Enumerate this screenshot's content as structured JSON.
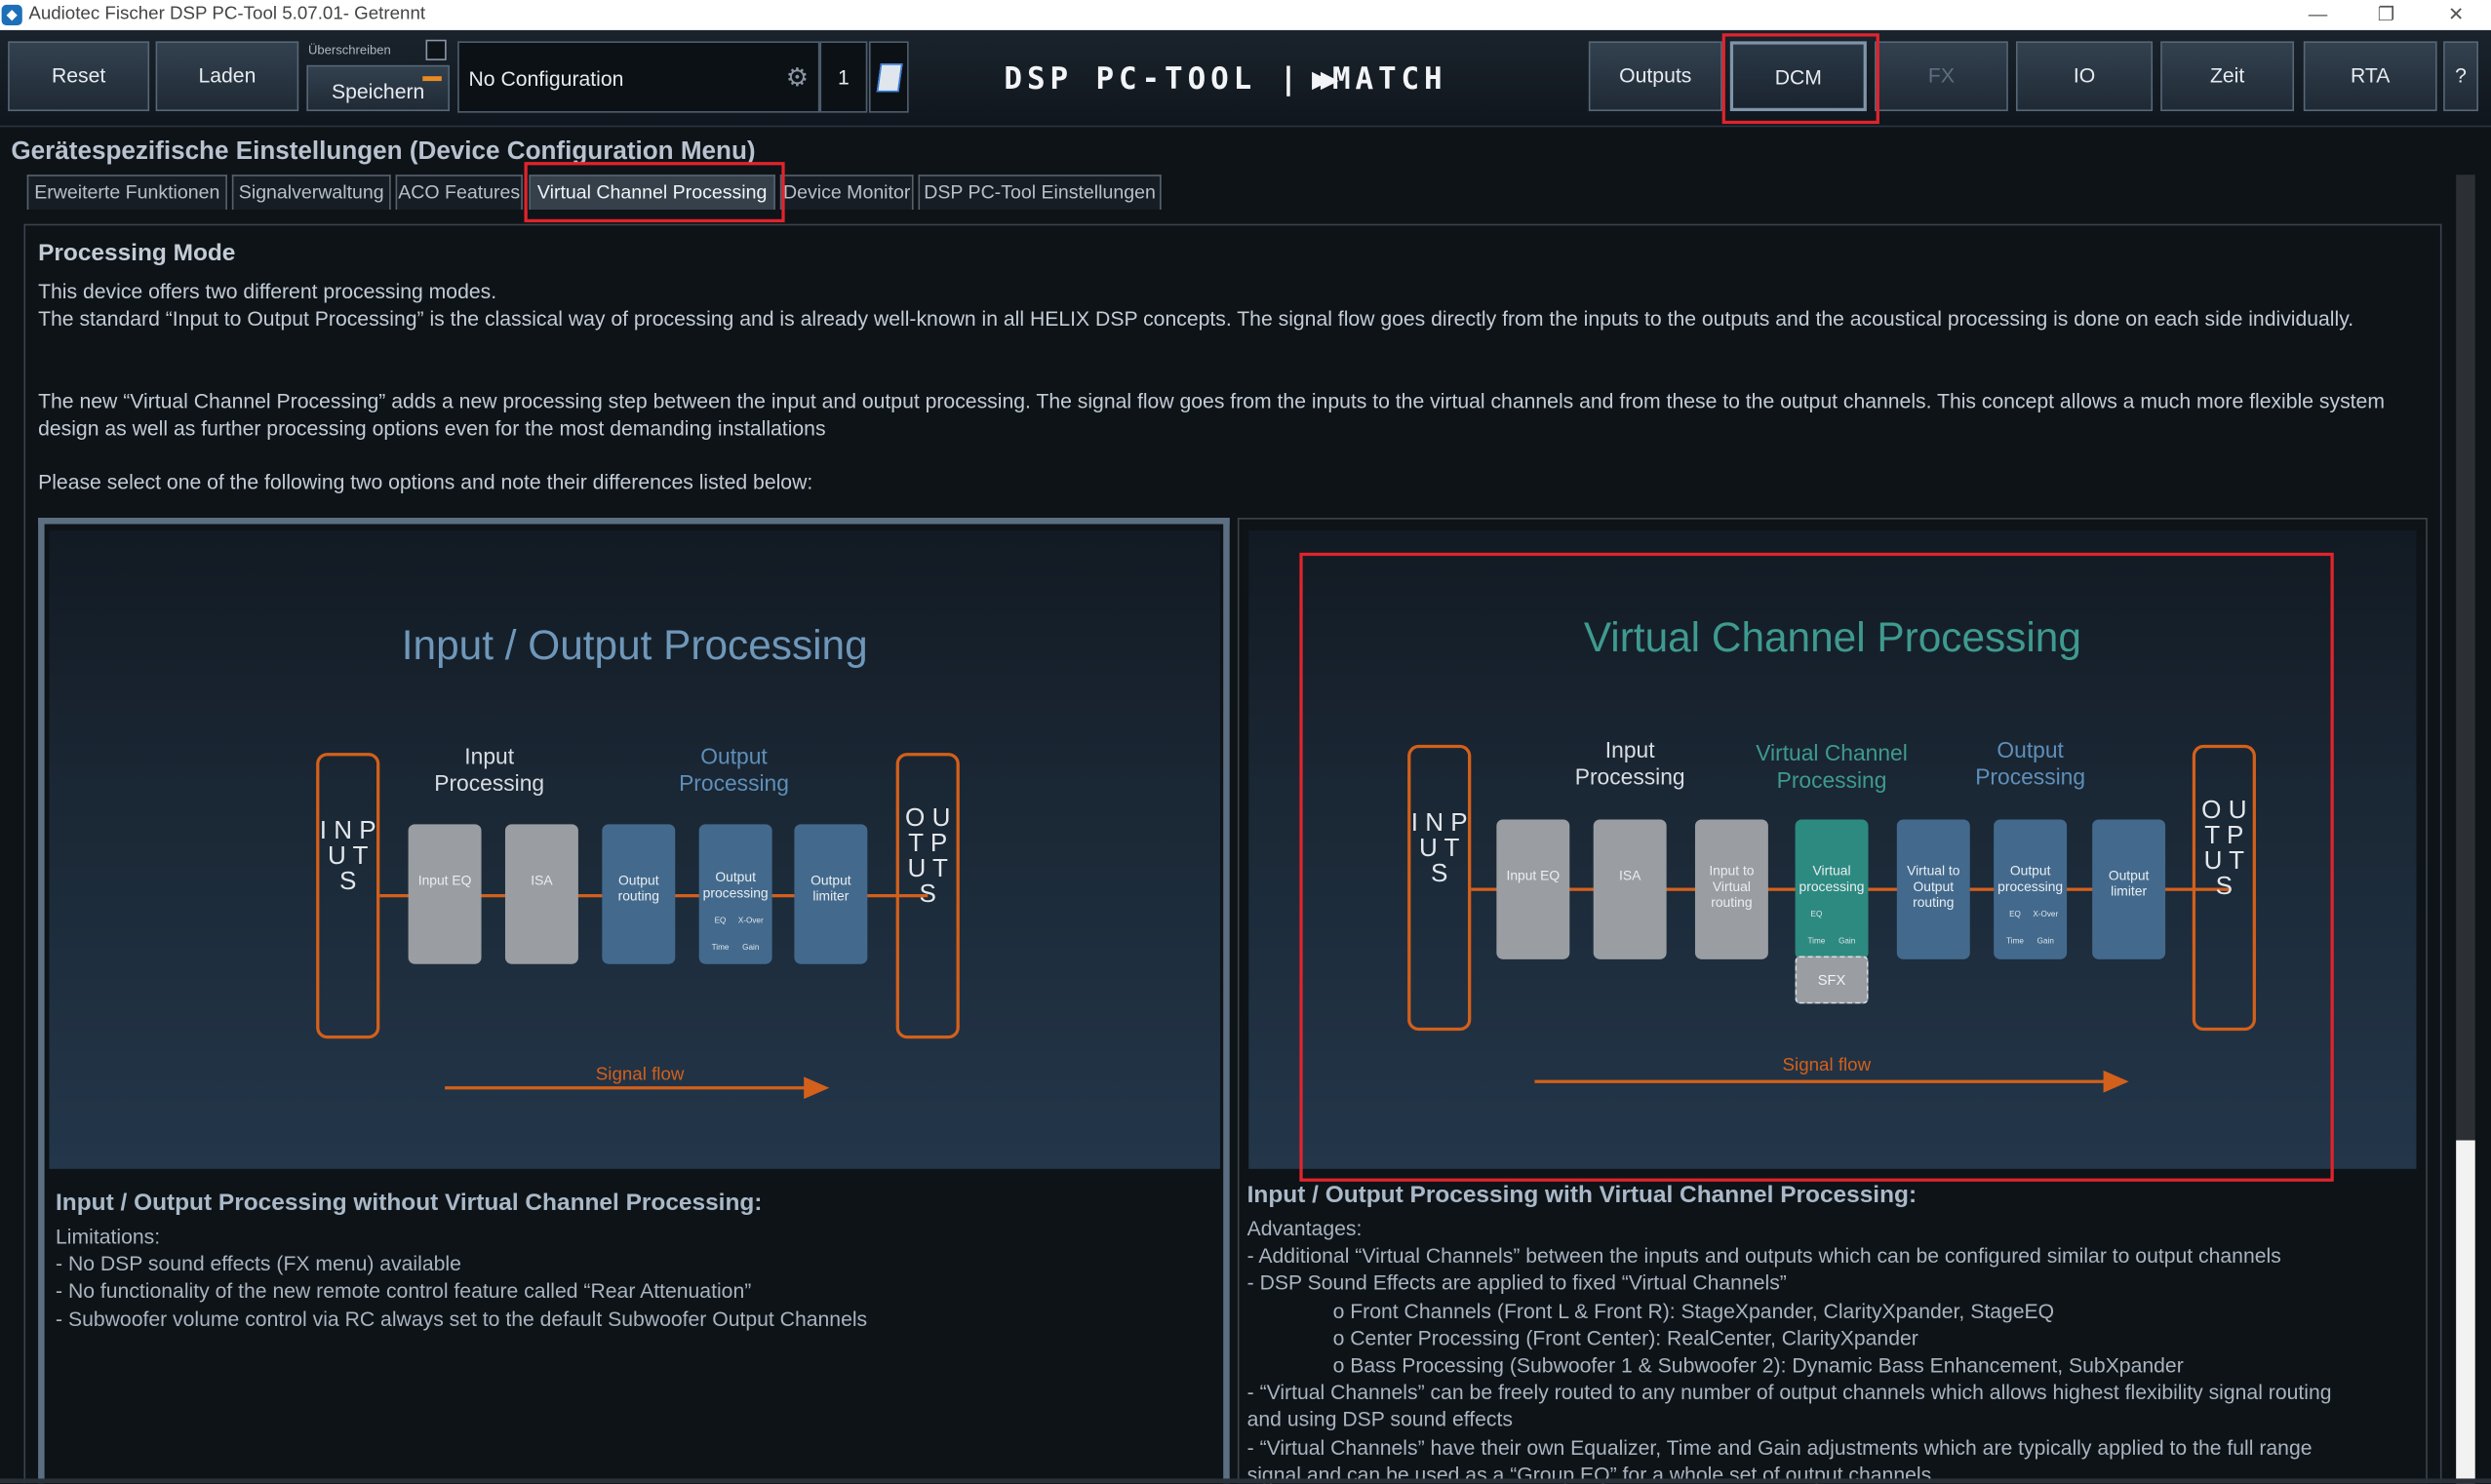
{
  "titlebar": {
    "title": "Audiotec Fischer DSP PC-Tool 5.07.01- Getrennt",
    "minimize": "—",
    "restore": "❐",
    "close": "✕"
  },
  "toolbar": {
    "reset": "Reset",
    "laden": "Laden",
    "overwrite_label": "Überschreiben",
    "save": "Speichern",
    "config_name": "No Configuration",
    "config_number": "1",
    "logo_left": "DSP PC-TOOL |",
    "logo_right": "MATCH",
    "nav": [
      "Outputs",
      "DCM",
      "FX",
      "IO",
      "Zeit",
      "RTA",
      "?"
    ],
    "active": "DCM",
    "disabled": "FX"
  },
  "header": {
    "title": "Gerätespezifische Einstellungen (Device Configuration Menu)"
  },
  "tabs": [
    "Erweiterte Funktionen",
    "Signalverwaltung",
    "ACO Features",
    "Virtual Channel Processing",
    "Device Monitor",
    "DSP PC-Tool Einstellungen"
  ],
  "selected_tab": "Virtual Channel Processing",
  "content": {
    "title": "Processing Mode",
    "p1": "This device offers two different processing modes.",
    "p2": "The standard “Input to Output Processing” is the classical way of processing and is already well-known in all HELIX DSP concepts. The signal flow goes directly from the inputs to the outputs and the acoustical processing is done on each side individually.",
    "p3": "The new “Virtual Channel Processing” adds a new processing step between the input and output processing. The signal flow goes from the inputs to the virtual channels and from these to the output channels. This concept allows a much more flexible system design as well as further processing options even for the most demanding installations",
    "p4": "Please select one of the following two options and note their differences listed below:"
  },
  "left_option": {
    "diagram": {
      "title": "Input / Output Processing",
      "sec_input": "Input\nProcessing",
      "sec_output": "Output\nProcessing",
      "inputs": "I N P U T S",
      "outputs": "O U T P U T S",
      "blocks": [
        "Input EQ",
        "ISA",
        "Output routing",
        "Output processing",
        "Output limiter"
      ],
      "sub_eq": "EQ",
      "sub_xover": "X-Over",
      "sub_time": "Time",
      "sub_gain": "Gain",
      "flow": "Signal flow"
    },
    "heading": "Input / Output Processing without Virtual Channel Processing:",
    "lines": [
      "Limitations:",
      "- No DSP sound effects (FX menu) available",
      "- No functionality of the new remote control feature called “Rear Attenuation”",
      "- Subwoofer volume control via RC always set to the default Subwoofer Output Channels"
    ]
  },
  "right_option": {
    "diagram": {
      "title": "Virtual Channel Processing",
      "sec_input": "Input\nProcessing",
      "sec_virtual": "Virtual Channel\nProcessing",
      "sec_output": "Output\nProcessing",
      "inputs": "I N P U T S",
      "outputs": "O U T P U T S",
      "blocks": [
        "Input EQ",
        "ISA",
        "Input to Virtual routing",
        "Virtual processing",
        "Virtual to Output routing",
        "Output processing",
        "Output limiter"
      ],
      "sub_eq": "EQ",
      "sub_xover": "X-Over",
      "sub_time": "Time",
      "sub_gain": "Gain",
      "sfx": "SFX",
      "flow": "Signal flow"
    },
    "heading": "Input / Output Processing with Virtual Channel Processing:",
    "lines": [
      "Advantages:",
      "- Additional “Virtual Channels” between the inputs and outputs which can be configured similar to output channels",
      "- DSP Sound Effects are applied to fixed “Virtual Channels”",
      "o Front Channels (Front L & Front R): StageXpander, ClarityXpander, StageEQ",
      "o Center Processing (Front Center): RealCenter, ClarityXpander",
      "o Bass Processing (Subwoofer 1 & Subwoofer 2): Dynamic Bass Enhancement, SubXpander",
      "- “Virtual Channels” can be freely routed to any number of output channels which allows highest flexibility signal routing",
      "and using DSP sound effects",
      "- “Virtual Channels” have their own Equalizer, Time and Gain adjustments which are typically applied to the full range",
      "signal and can be used as a “Group EQ” for a whole set of output channels"
    ]
  },
  "colors": {
    "accent_orange": "#d3601b",
    "highlight_red": "#e0242c",
    "teal": "#2d8a80",
    "steel_blue": "#436a8d"
  }
}
